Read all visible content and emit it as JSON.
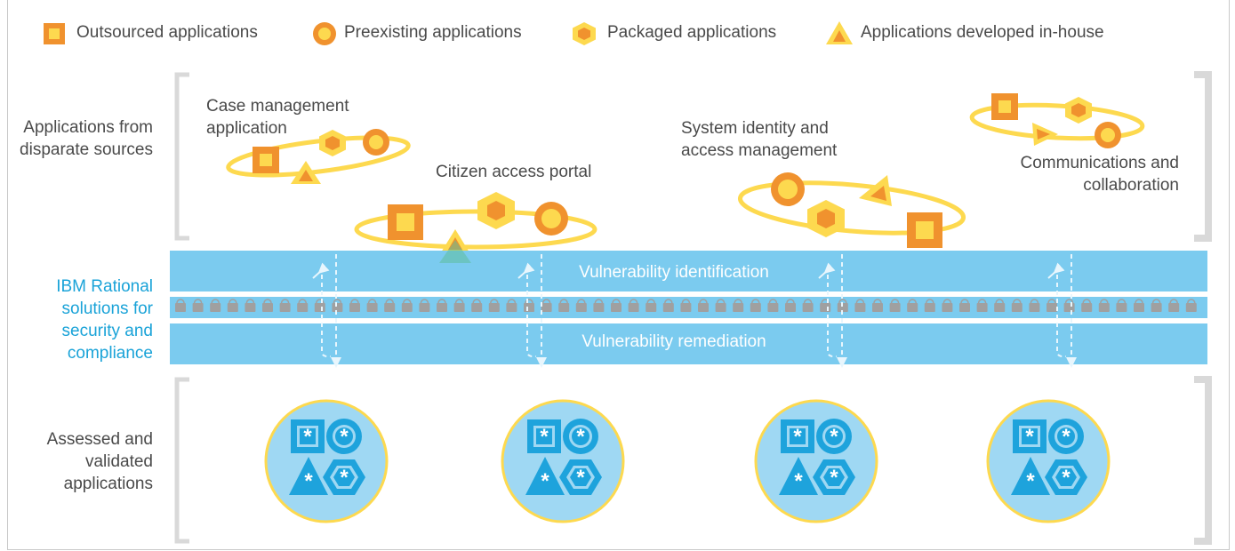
{
  "legend": [
    {
      "label": "Outsourced applications",
      "shape": "square"
    },
    {
      "label": "Preexisting applications",
      "shape": "circle"
    },
    {
      "label": "Packaged applications",
      "shape": "hexagon"
    },
    {
      "label": "Applications developed in-house",
      "shape": "triangle"
    }
  ],
  "side_labels": {
    "sources": "Applications from disparate sources",
    "rational": "IBM Rational solutions for security and compliance",
    "assessed": "Assessed and validated applications"
  },
  "groups": [
    {
      "label": "Case management application"
    },
    {
      "label": "Citizen access portal"
    },
    {
      "label": "System identity and access management"
    },
    {
      "label": "Communications and collaboration"
    }
  ],
  "bands": {
    "identification": "Vulnerability identification",
    "remediation": "Vulnerability remediation"
  },
  "colors": {
    "orange": "#f0922e",
    "yellow": "#fdd94f",
    "ring": "#fdd94f",
    "band": "#7bcbef",
    "validated_circle": "#9fd8f3",
    "validated_icon": "#1ea3dc",
    "bracket": "#d9d9d9",
    "rational_text": "#1aa3d8"
  },
  "icons": {
    "legend": [
      "square-icon",
      "circle-icon",
      "hexagon-icon",
      "triangle-icon"
    ],
    "band_arrows": "cycle-arrow-icon",
    "lock": "lock-icon",
    "validated": "asterisk-icon"
  }
}
